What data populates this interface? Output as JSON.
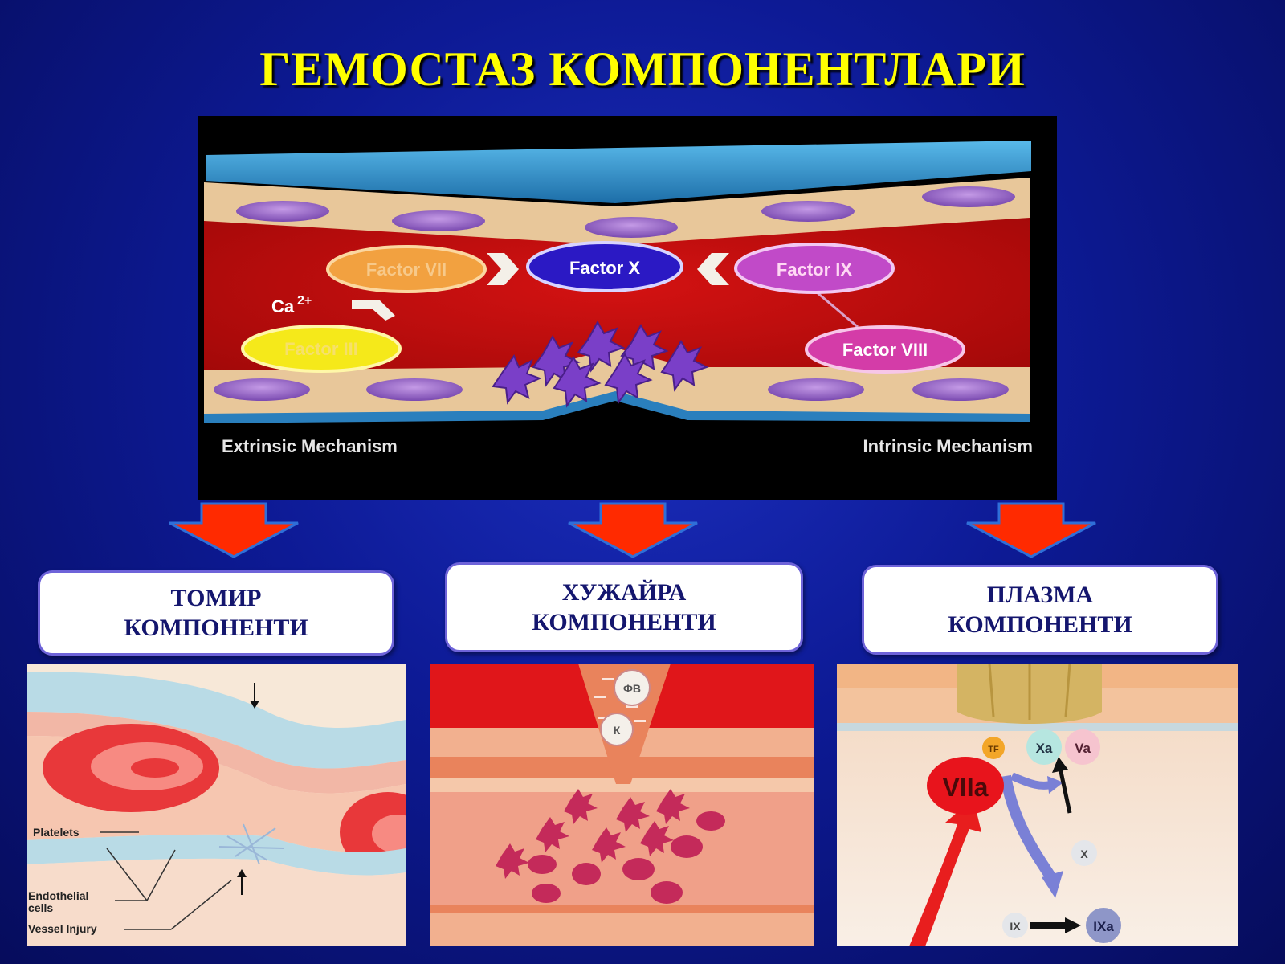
{
  "title": "ГЕМОСТАЗ КОМПОНЕНТЛАРИ",
  "main_figure": {
    "factors": {
      "vii": "Factor VII",
      "x": "Factor X",
      "ix": "Factor IX",
      "iii": "Factor III",
      "viii": "Factor VIII"
    },
    "ca_label": "Ca",
    "ca_superscript": "2+",
    "extrinsic_label": "Extrinsic Mechanism",
    "intrinsic_label": "Intrinsic Mechanism"
  },
  "boxes": [
    {
      "line1": "ТОМИР",
      "line2": "КОМПОНЕНТИ"
    },
    {
      "line1": "ХУЖАЙРА",
      "line2": "КОМПОНЕНТИ"
    },
    {
      "line1": "ПЛАЗМА",
      "line2": "КОМПОНЕНТИ"
    }
  ],
  "vessel_panel": {
    "platelets": "Platelets",
    "endothelial": "Endothelial cells",
    "endothelial_line1": "Endothelial",
    "endothelial_line2": "cells",
    "vessel_injury": "Vessel Injury"
  },
  "cell_panel": {
    "fv": "ФВ",
    "k": "К"
  },
  "plasma_panel": {
    "tf": "TF",
    "viia": "VIIa",
    "xa": "Xa",
    "va": "Va",
    "x": "X",
    "ix": "IX",
    "ixa": "IXa"
  },
  "colors": {
    "title": "#ffff00",
    "arrow": "#ff2a00",
    "box_text": "#14166e",
    "box_border": "#6e63d9"
  }
}
